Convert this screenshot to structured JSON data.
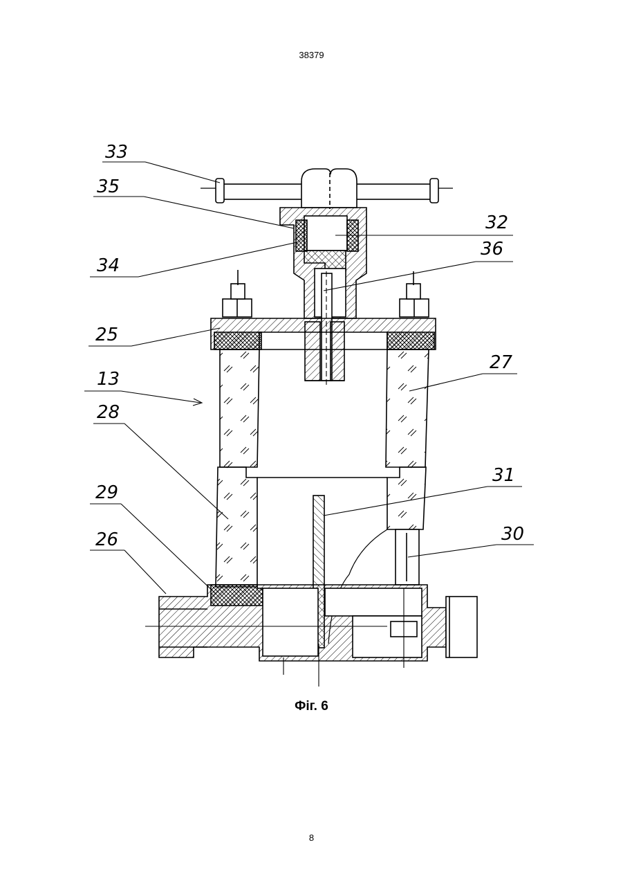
{
  "document": {
    "number": "38379",
    "page_number": "8"
  },
  "figure": {
    "caption": "Фіг. 6",
    "callouts": [
      {
        "id": "33",
        "label": "33"
      },
      {
        "id": "35",
        "label": "35"
      },
      {
        "id": "34",
        "label": "34"
      },
      {
        "id": "32",
        "label": "32"
      },
      {
        "id": "36",
        "label": "36"
      },
      {
        "id": "25",
        "label": "25"
      },
      {
        "id": "13",
        "label": "13"
      },
      {
        "id": "27",
        "label": "27"
      },
      {
        "id": "28",
        "label": "28"
      },
      {
        "id": "31",
        "label": "31"
      },
      {
        "id": "29",
        "label": "29"
      },
      {
        "id": "30",
        "label": "30"
      },
      {
        "id": "26",
        "label": "26"
      }
    ]
  }
}
